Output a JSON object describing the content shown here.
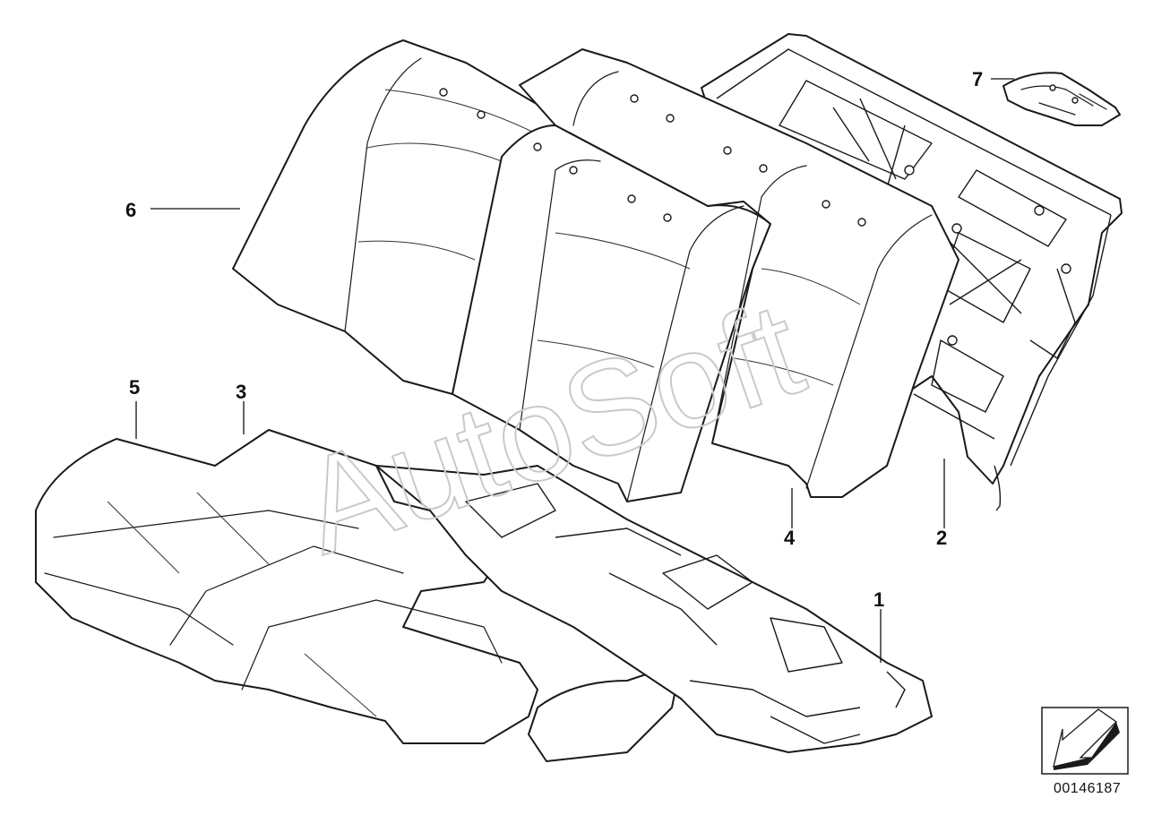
{
  "diagram": {
    "part_labels": {
      "p1": "1",
      "p2": "2",
      "p3": "3",
      "p4": "4",
      "p5": "5",
      "p6": "6",
      "p7": "7"
    },
    "reference_number": "00146187",
    "watermark": "AutoSoft",
    "icons": {
      "orientation": "orientation-arrow-icon"
    },
    "colors": {
      "line": "#1a1a1a",
      "watermark": "#c9c9c9",
      "background": "#ffffff"
    }
  }
}
